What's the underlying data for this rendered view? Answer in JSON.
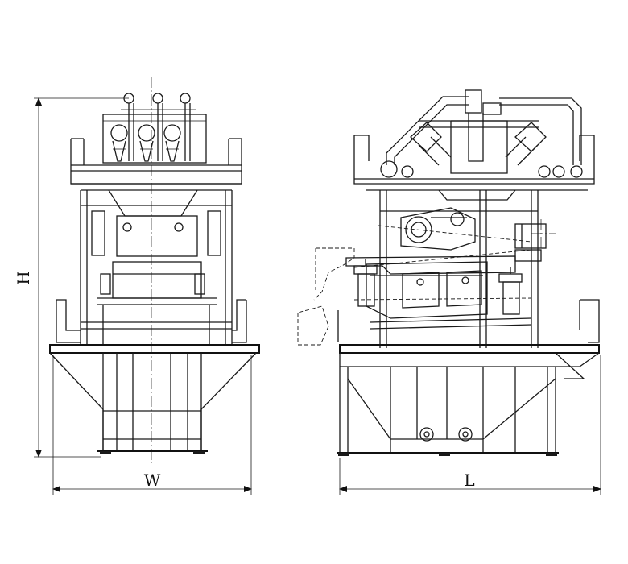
{
  "dimensions": {
    "height_label": "H",
    "width_label": "W",
    "length_label": "L"
  }
}
